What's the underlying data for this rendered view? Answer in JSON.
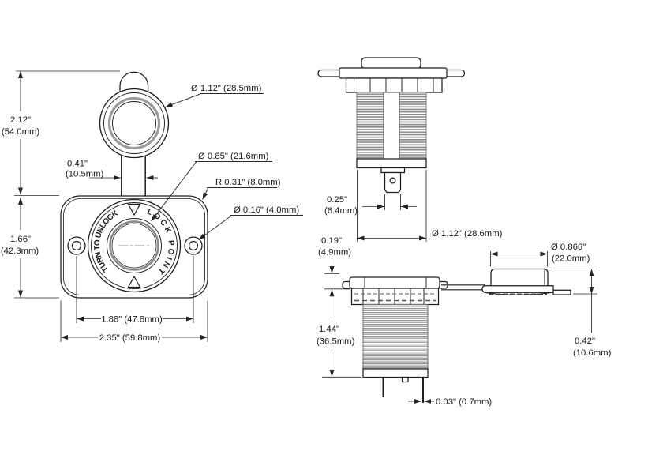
{
  "drawing": {
    "front": {
      "ring_text_left": "TURN TO UNLOCK",
      "ring_text_right": "LOCK POINT",
      "dim_height_in": "2.12\"",
      "dim_height_mm": "(54.0mm)",
      "dim_strap_in": "0.41\"",
      "dim_strap_mm": "(10.5mm)",
      "label_cap_dia": "Ø 1.12\" (28.5mm)",
      "label_socket_dia": "Ø 0.85\" (21.6mm)",
      "label_corner_r": "R 0.31\" (8.0mm)",
      "label_hole_dia": "Ø 0.16\" (4.0mm)",
      "dim_plate_h_in": "1.66\"",
      "dim_plate_h_mm": "(42.3mm)",
      "dim_hole_spacing": "1.88\" (47.8mm)",
      "dim_plate_w": "2.35\" (59.8mm)"
    },
    "side_closed": {
      "dim_term_in": "0.25\"",
      "dim_term_mm": "(6.4mm)",
      "label_body_dia": "Ø 1.12\" (28.6mm)"
    },
    "side_open": {
      "dim_flange_in": "0.19\"",
      "dim_flange_mm": "(4.9mm)",
      "dim_len_in": "1.44\"",
      "dim_len_mm": "(36.5mm)",
      "label_cap_dia_in": "Ø 0.866\"",
      "label_cap_dia_mm": "(22.0mm)",
      "dim_cap_h_in": "0.42\"",
      "dim_cap_h_mm": "(10.6mm)",
      "dim_pin": "0.03\" (0.7mm)"
    }
  }
}
